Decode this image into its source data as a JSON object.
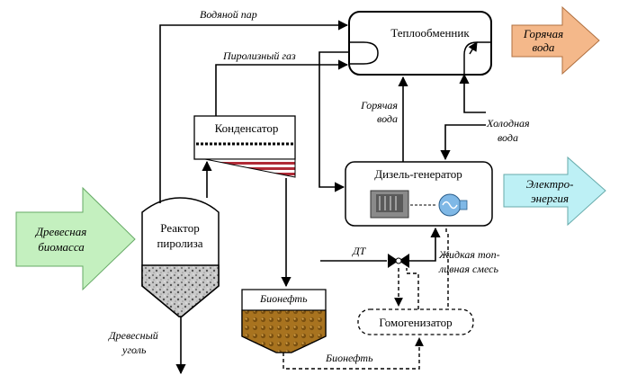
{
  "nodes": {
    "heat_exchanger": "Теплообменник",
    "condenser": "Конденсатор",
    "reactor_line1": "Реактор",
    "reactor_line2": "пиролиза",
    "diesel": "Дизель-генератор",
    "homogenizer": "Гомогенизатор",
    "bio_oil_tank": "Бионефть"
  },
  "big_arrows": {
    "hot_water_line1": "Горячая",
    "hot_water_line2": "вода",
    "electricity_line1": "Электро-",
    "electricity_line2": "энергия",
    "biomass_line1": "Древесная",
    "biomass_line2": "биомасса"
  },
  "flow_labels": {
    "steam": "Водяной пар",
    "pyrolysis_gas": "Пиролизный газ",
    "hot_water_line1": "Горячая",
    "hot_water_line2": "вода",
    "cold_water_line1": "Холодная",
    "cold_water_line2": "вода",
    "dt": "ДТ",
    "liquid_fuel_line1": "Жидкая топ-",
    "liquid_fuel_line2": "ливная смесь",
    "charcoal_line1": "Древесный",
    "charcoal_line2": "уголь",
    "bio_oil_flow": "Бионефть"
  },
  "colors": {
    "hot_water_arrow": "#f4b88a",
    "electricity_arrow": "#bdf0f5",
    "biomass_arrow": "#c4f0bf",
    "bio_oil_fill": "#a8731f",
    "condenser_stripes": "#b02a36"
  }
}
